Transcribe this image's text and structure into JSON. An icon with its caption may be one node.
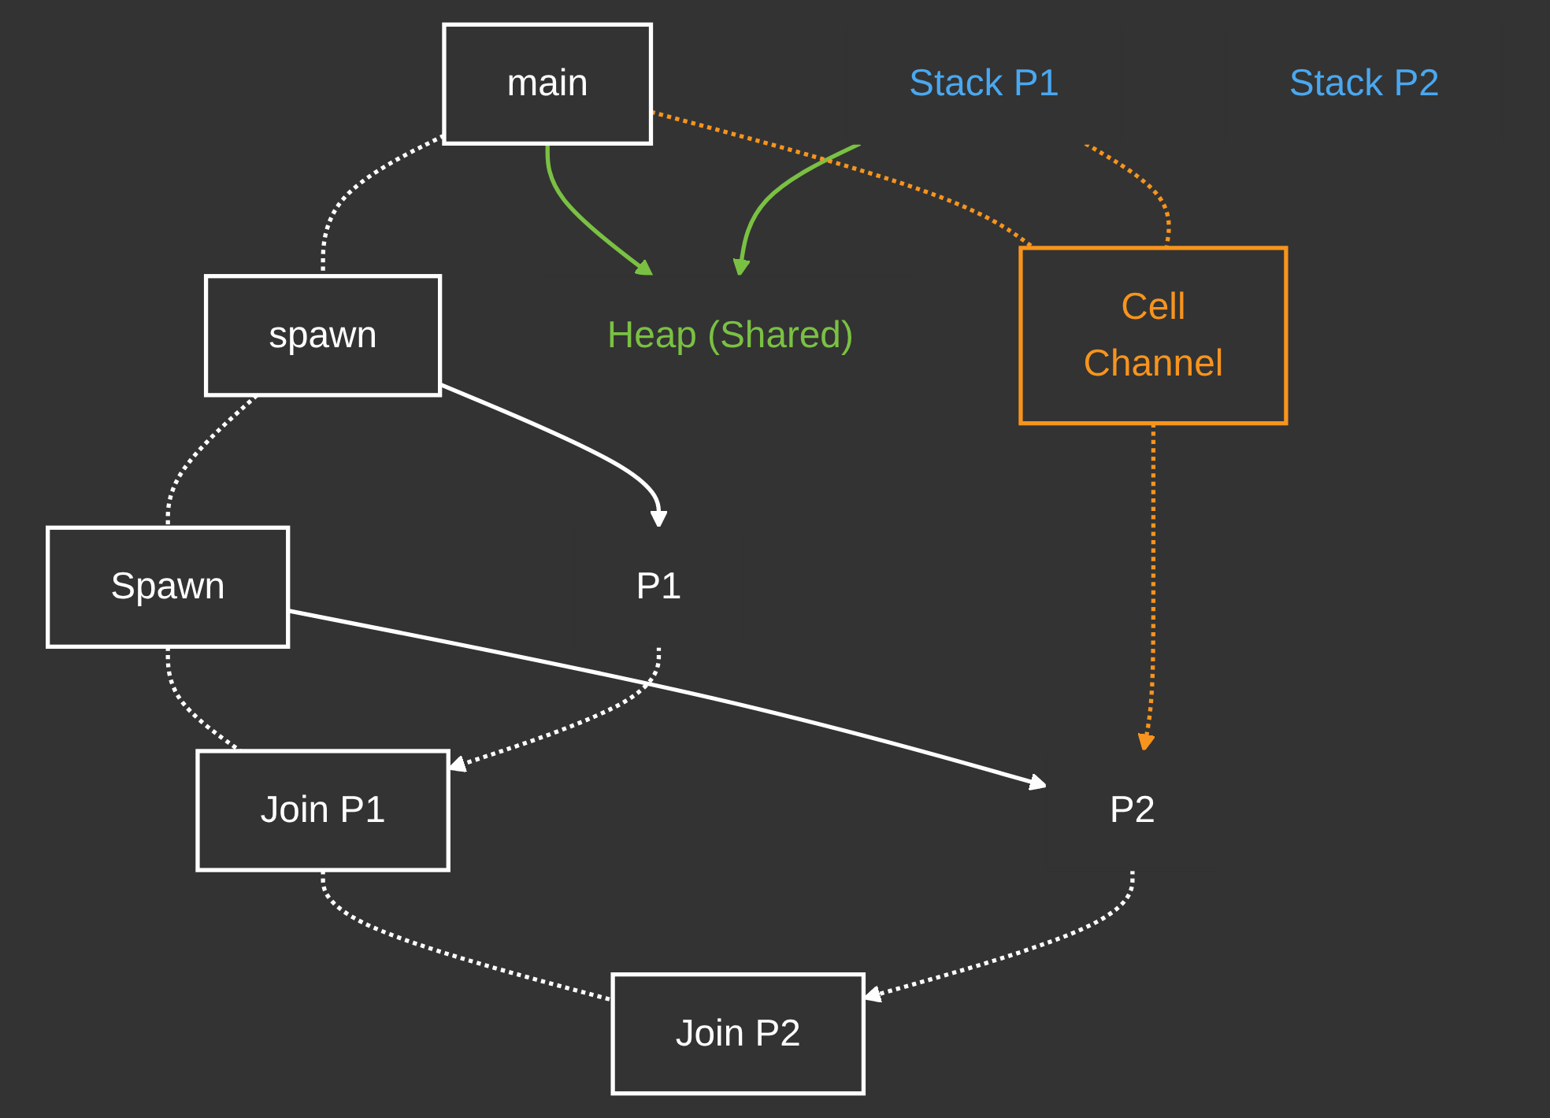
{
  "diagram": {
    "nodes": [
      {
        "text": [
          "main"
        ]
      },
      {
        "text": [
          "spawn"
        ]
      },
      {
        "text": [
          "Spawn"
        ]
      },
      {
        "text": [
          "Join P1"
        ]
      },
      {
        "text": [
          "Join P2"
        ]
      },
      {
        "text": [
          "P1"
        ]
      },
      {
        "text": [
          "P2"
        ]
      },
      {
        "text": [
          "Stack P1"
        ]
      },
      {
        "text": [
          "Stack P2"
        ]
      },
      {
        "text": [
          "Heap (Shared)"
        ]
      },
      {
        "text": [
          "Cell",
          "Channel"
        ]
      }
    ],
    "edges": [
      {
        "from": 0,
        "to": 1,
        "arrow": "none",
        "style": "dashed"
      },
      {
        "from": 1,
        "to": 2,
        "arrow": "none",
        "style": "dashed"
      },
      {
        "from": 2,
        "to": 3,
        "arrow": "none",
        "style": "dashed"
      },
      {
        "from": 3,
        "to": 4,
        "arrow": "none",
        "style": "dashed"
      },
      {
        "from": 1,
        "to": 5,
        "arrow": "to"
      },
      {
        "from": 5,
        "to": 3,
        "arrow": "to",
        "style": "dashed"
      },
      {
        "from": 2,
        "to": 6,
        "arrow": "to"
      },
      {
        "from": 6,
        "to": 4,
        "arrow": "to",
        "style": "dashed"
      },
      {
        "from": 0,
        "to": 9,
        "arrow": "to",
        "color": "#7ac143"
      },
      {
        "from": 7,
        "to": 9,
        "arrow": "to",
        "color": "#7ac143"
      },
      {
        "from": 0,
        "to": 10,
        "arrow": "none",
        "style": "dashed",
        "color": "#f7941d"
      },
      {
        "from": 7,
        "to": 10,
        "arrow": "none",
        "style": "dashed",
        "color": "#f7941d"
      },
      {
        "from": 10,
        "to": 6,
        "arrow": "to",
        "style": "dashed",
        "color": "#f7941d"
      }
    ]
  }
}
